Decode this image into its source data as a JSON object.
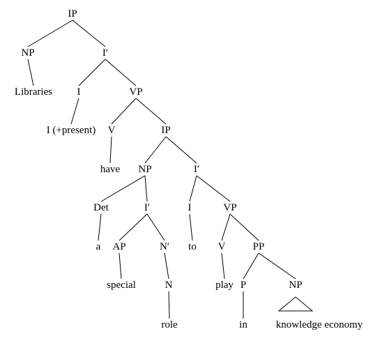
{
  "tree": {
    "label": "IP",
    "children": [
      {
        "label": "NP",
        "children": [
          {
            "label": "Libraries"
          }
        ]
      },
      {
        "label": "I′",
        "children": [
          {
            "label": "I",
            "children": [
              {
                "label": "I (+present)"
              }
            ]
          },
          {
            "label": "VP",
            "children": [
              {
                "label": "V",
                "children": [
                  {
                    "label": "have"
                  }
                ]
              },
              {
                "label": "IP",
                "children": [
                  {
                    "label": "NP",
                    "children": [
                      {
                        "label": "Det",
                        "children": [
                          {
                            "label": "a"
                          }
                        ]
                      },
                      {
                        "label": "I′",
                        "children": [
                          {
                            "label": "AP",
                            "children": [
                              {
                                "label": "special"
                              }
                            ]
                          },
                          {
                            "label": "N′",
                            "children": [
                              {
                                "label": "N",
                                "children": [
                                  {
                                    "label": "role"
                                  }
                                ]
                              }
                            ]
                          }
                        ]
                      }
                    ]
                  },
                  {
                    "label": "I′",
                    "children": [
                      {
                        "label": "I",
                        "children": [
                          {
                            "label": "to"
                          }
                        ]
                      },
                      {
                        "label": "VP",
                        "children": [
                          {
                            "label": "V",
                            "children": [
                              {
                                "label": "play"
                              }
                            ]
                          },
                          {
                            "label": "PP",
                            "children": [
                              {
                                "label": "P",
                                "children": [
                                  {
                                    "label": "in"
                                  }
                                ]
                              },
                              {
                                "label": "NP",
                                "triangle": true,
                                "children": [
                                  {
                                    "label": "knowledge economy"
                                  }
                                ]
                              }
                            ]
                          }
                        ]
                      }
                    ]
                  }
                ]
              }
            ]
          }
        ]
      }
    ]
  }
}
